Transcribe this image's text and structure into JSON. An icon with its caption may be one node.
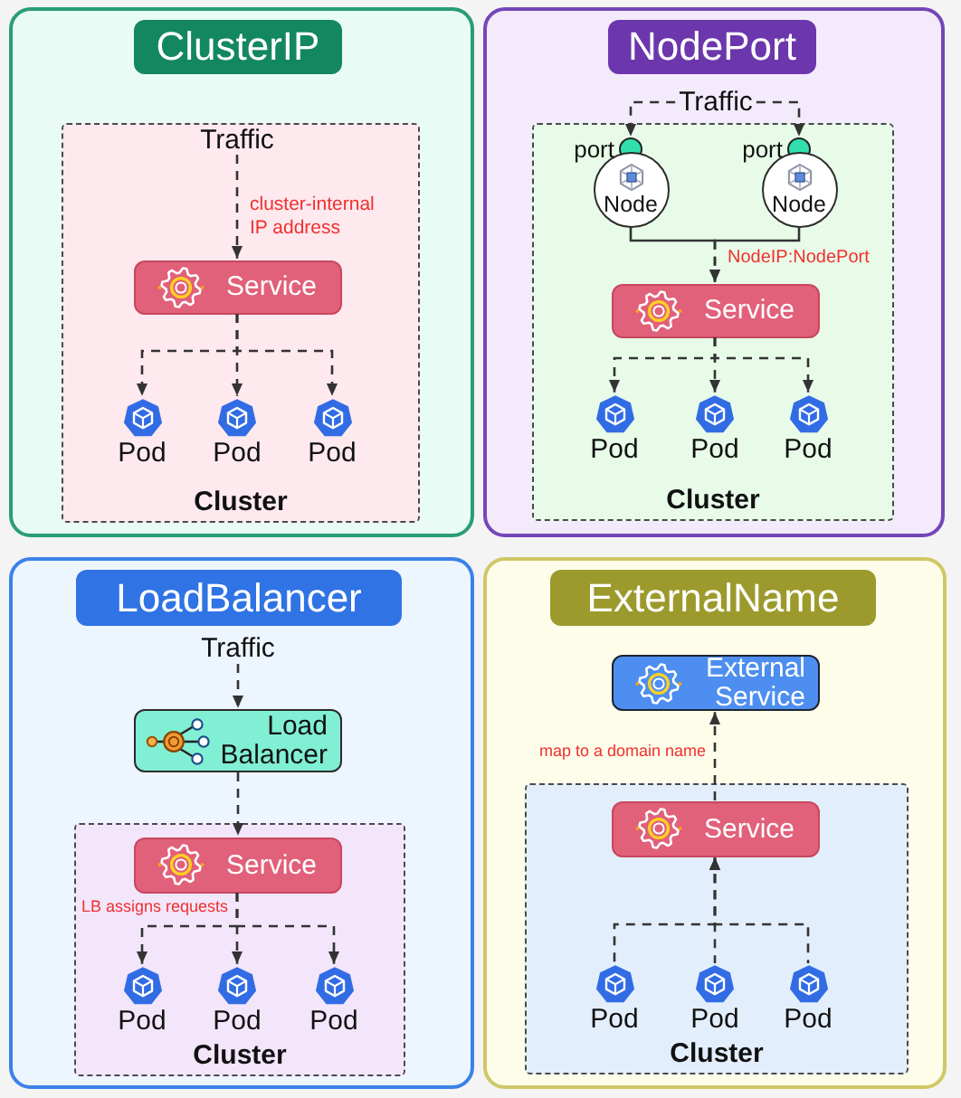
{
  "diagram": {
    "nodes": [
      {
        "text": [
          "ClusterIP"
        ]
      },
      {
        "text": [
          "Cluster"
        ],
        "in": 0
      },
      {
        "text": [
          "Traffic"
        ],
        "in": 1
      },
      {
        "text": [
          "Service"
        ],
        "in": 1
      },
      {
        "text": [
          "Pod"
        ],
        "in": 1
      },
      {
        "text": [
          "Pod"
        ],
        "in": 1
      },
      {
        "text": [
          "Pod"
        ],
        "in": 1
      },
      {
        "text": [
          "NodePort"
        ]
      },
      {
        "text": [
          "Traffic"
        ],
        "in": 7
      },
      {
        "text": [
          "Cluster"
        ],
        "in": 7
      },
      {
        "text": [],
        "shape": "circle",
        "beside": [
          "port"
        ],
        "in": 9
      },
      {
        "text": [
          "Node"
        ],
        "in": 9
      },
      {
        "text": [],
        "shape": "circle",
        "beside": [
          "port"
        ],
        "in": 9
      },
      {
        "text": [
          "Node"
        ],
        "in": 9
      },
      {
        "text": [
          "Service"
        ],
        "in": 9
      },
      {
        "text": [
          "Pod"
        ],
        "in": 9
      },
      {
        "text": [
          "Pod"
        ],
        "in": 9
      },
      {
        "text": [
          "Pod"
        ],
        "in": 9
      },
      {
        "text": [
          "LoadBalancer"
        ]
      },
      {
        "text": [
          "Traffic"
        ],
        "in": 18
      },
      {
        "text": [
          "Load Balancer"
        ],
        "in": 18
      },
      {
        "text": [
          "Cluster"
        ],
        "in": 18
      },
      {
        "text": [
          "Service"
        ],
        "in": 21
      },
      {
        "text": [
          "Pod"
        ],
        "in": 21
      },
      {
        "text": [
          "Pod"
        ],
        "in": 21
      },
      {
        "text": [
          "Pod"
        ],
        "in": 21
      },
      {
        "text": [
          "ExternalName"
        ]
      },
      {
        "text": [
          "External Service"
        ],
        "in": 26
      },
      {
        "text": [
          "Cluster"
        ],
        "in": 26
      },
      {
        "text": [
          "Service"
        ],
        "in": 28
      },
      {
        "text": [
          "Pod"
        ],
        "in": 28
      },
      {
        "text": [
          "Pod"
        ],
        "in": 28
      },
      {
        "text": [
          "Pod"
        ],
        "in": 28
      }
    ],
    "edges": [
      {
        "from": 2,
        "to": 3,
        "arrow": "to",
        "style": "dashed",
        "label": "cluster-internal IP address"
      },
      {
        "from": 3,
        "to": 4,
        "arrow": "to",
        "style": "dashed"
      },
      {
        "from": 3,
        "to": 5,
        "arrow": "to",
        "style": "dashed"
      },
      {
        "from": 3,
        "to": 6,
        "arrow": "to",
        "style": "dashed"
      },
      {
        "from": 8,
        "to": 10,
        "arrow": "to",
        "style": "dashed"
      },
      {
        "from": 8,
        "to": 12,
        "arrow": "to",
        "style": "dashed"
      },
      {
        "from": 11,
        "to": 14,
        "arrow": "to",
        "style": "dashed",
        "label": "NodeIP:NodePort"
      },
      {
        "from": 13,
        "to": 14,
        "arrow": "to",
        "style": "dashed"
      },
      {
        "from": 14,
        "to": 15,
        "arrow": "to",
        "style": "dashed"
      },
      {
        "from": 14,
        "to": 16,
        "arrow": "to",
        "style": "dashed"
      },
      {
        "from": 14,
        "to": 17,
        "arrow": "to",
        "style": "dashed"
      },
      {
        "from": 19,
        "to": 20,
        "arrow": "to",
        "style": "dashed"
      },
      {
        "from": 20,
        "to": 22,
        "arrow": "to",
        "style": "dashed"
      },
      {
        "from": 22,
        "to": 23,
        "arrow": "to",
        "style": "dashed",
        "label": "LB assigns requests"
      },
      {
        "from": 22,
        "to": 24,
        "arrow": "to",
        "style": "dashed"
      },
      {
        "from": 22,
        "to": 25,
        "arrow": "to",
        "style": "dashed"
      },
      {
        "from": 29,
        "to": 27,
        "arrow": "to",
        "style": "dashed",
        "label": "map to a domain name"
      },
      {
        "from": 30,
        "to": 29,
        "arrow": "to",
        "style": "dashed"
      },
      {
        "from": 31,
        "to": 29,
        "arrow": "to",
        "style": "dashed"
      },
      {
        "from": 32,
        "to": 29,
        "arrow": "to",
        "style": "dashed"
      }
    ]
  }
}
